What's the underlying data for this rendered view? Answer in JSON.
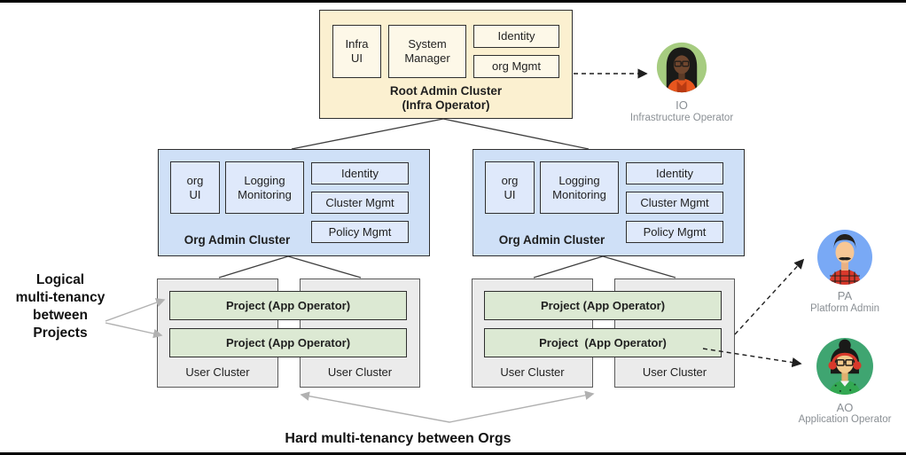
{
  "root_cluster": {
    "title": "Root Admin Cluster\n(Infra Operator)",
    "components": [
      {
        "label": "Infra\nUI"
      },
      {
        "label": "System\nManager"
      },
      {
        "label": "Identity"
      },
      {
        "label": "org Mgmt"
      }
    ]
  },
  "org_clusters": [
    {
      "title": "Org Admin Cluster",
      "components": [
        {
          "label": "org\nUI"
        },
        {
          "label": "Logging\nMonitoring"
        },
        {
          "label": "Identity"
        },
        {
          "label": "Cluster Mgmt"
        },
        {
          "label": "Policy Mgmt"
        }
      ]
    },
    {
      "title": "Org Admin Cluster",
      "components": [
        {
          "label": "org\nUI"
        },
        {
          "label": "Logging\nMonitoring"
        },
        {
          "label": "Identity"
        },
        {
          "label": "Cluster Mgmt"
        },
        {
          "label": "Policy Mgmt"
        }
      ]
    }
  ],
  "user_groups": [
    {
      "projects": [
        {
          "label": "Project (App Operator)"
        },
        {
          "label": "Project (App Operator)"
        }
      ],
      "clusters": [
        {
          "label": "User Cluster"
        },
        {
          "label": "User Cluster"
        }
      ]
    },
    {
      "projects": [
        {
          "label": "Project (App Operator)"
        },
        {
          "label": "Project  (App Operator)"
        }
      ],
      "clusters": [
        {
          "label": "User Cluster"
        },
        {
          "label": "User Cluster"
        }
      ]
    }
  ],
  "annotations": {
    "left": "Logical\nmulti-tenancy\nbetween\nProjects",
    "bottom": "Hard multi-tenancy between Orgs"
  },
  "personas": [
    {
      "initials": "IO",
      "role": "Infrastructure Operator",
      "avatar": "woman-dark-skin-glasses-orange-shirt",
      "bg": "#A6CC80"
    },
    {
      "initials": "PA",
      "role": "Platform Admin",
      "avatar": "man-mustache-red-plaid-shirt",
      "bg": "#79A9F5"
    },
    {
      "initials": "AO",
      "role": "Application Operator",
      "avatar": "woman-bun-headphones-glasses-green-shirt",
      "bg": "#3FA571"
    }
  ],
  "colors": {
    "root_fill": "#FBF0D0",
    "root_chip_fill": "#FDF8E8",
    "org_fill": "#CFE0F7",
    "org_chip_fill": "#DFE9FB",
    "user_fill": "#EBEBEB",
    "project_fill": "#DCE9D3",
    "dark_border": "#2F2F2F",
    "gray_arrow": "#B1B1B1",
    "dashed_arrow": "#1F1F1F",
    "persona_label": "#8A8F94",
    "io_bg": "#A6CC80",
    "pa_bg": "#79A9F5",
    "ao_bg": "#3FA571"
  }
}
